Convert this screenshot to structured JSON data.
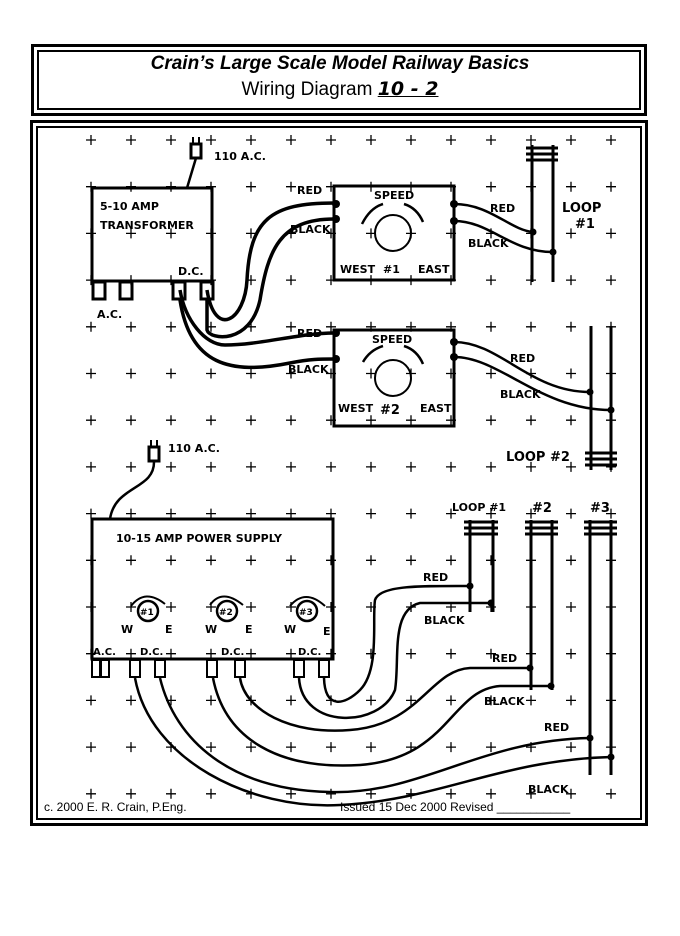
{
  "header": {
    "title": "Crain’s Large Scale Model Railway Basics",
    "subtitle_prefix": "Wiring Diagram",
    "diagram_number": "10 - 2"
  },
  "footer": {
    "copyright": "c. 2000 E. R. Crain, P.Eng.",
    "issued": "Issued 15 Dec 2000 Revised ___________"
  },
  "transformer": {
    "label_line1": "5-10 AMP",
    "label_line2": "TRANSFORMER",
    "plug_label": "110 A.C.",
    "ac_label": "A.C.",
    "dc_label": "D.C."
  },
  "throttle1": {
    "speed_label": "SPEED",
    "west_label": "WEST",
    "number_label": "#1",
    "east_label": "EAST"
  },
  "throttle2": {
    "speed_label": "SPEED",
    "west_label": "WEST",
    "number_label": "#2",
    "east_label": "EAST"
  },
  "power_supply": {
    "label": "10-15 AMP POWER SUPPLY",
    "plug_label": "110 A.C.",
    "ac_label": "A.C.",
    "dc_labels": [
      "D.C.",
      "D.C.",
      "D.C."
    ],
    "knobs": [
      {
        "label": "#1",
        "west": "W",
        "east": "E"
      },
      {
        "label": "#2",
        "west": "W",
        "east": "E"
      },
      {
        "label": "#3",
        "west": "W",
        "east": "E"
      }
    ]
  },
  "wire_labels": {
    "red": "RED",
    "black": "BLACK"
  },
  "loops_top": {
    "loop1_line1": "LOOP",
    "loop1_line2": "#1",
    "loop2": "LOOP #2"
  },
  "loops_bottom": {
    "loop1": "LOOP #1",
    "loop2": "#2",
    "loop3": "#3"
  },
  "grid": {
    "columns": 14,
    "rows": 15
  }
}
